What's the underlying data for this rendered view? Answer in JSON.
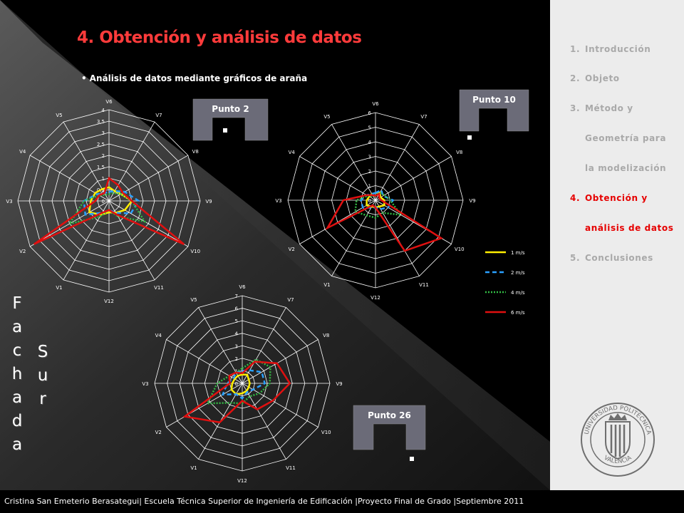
{
  "title": "4. Obtención y análisis de datos",
  "bullet": "Análisis de datos mediante gráficos de araña",
  "vertical_text": {
    "left": [
      "F",
      "a",
      "c",
      "h",
      "a",
      "d",
      "a"
    ],
    "right": [
      "S",
      "u",
      "r"
    ]
  },
  "nav": [
    {
      "num": "1.",
      "label": "Introducción",
      "active": false
    },
    {
      "num": "2.",
      "label": "Objeto",
      "active": false
    },
    {
      "num": "3.",
      "label": "Método y",
      "active": false
    },
    {
      "num": "",
      "label": "Geometría para",
      "active": false
    },
    {
      "num": "",
      "label": "la modelización",
      "active": false
    },
    {
      "num": "4.",
      "label": "Obtención y",
      "active": true
    },
    {
      "num": "",
      "label": "análisis de datos",
      "active": true
    },
    {
      "num": "5.",
      "label": "Conclusiones",
      "active": false
    }
  ],
  "footer": "Cristina San Emeterio Berasategui| Escuela Técnica Superior de Ingeniería de Edificación |Proyecto Final de Grado |Septiembre 2011",
  "point_labels": {
    "p2": "Punto 2",
    "p10": "Punto 10",
    "p26": "Punto 26"
  },
  "logo_text": {
    "top": "UNIVERSIDAD POLITÉCNICA",
    "bottom": "VALENCIA"
  },
  "colors": {
    "title": "#ff3b3b",
    "active": "#e60000",
    "s1": "#ffee00",
    "s2": "#2aa0ff",
    "s4": "#33bb44",
    "s6": "#e01010",
    "panel": "#6b6b78"
  },
  "chart_data": [
    {
      "type": "radar",
      "name": "Punto 2",
      "categories": [
        "V6",
        "V7",
        "V8",
        "V9",
        "V10",
        "V11",
        "V12",
        "V1",
        "V2",
        "V3",
        "V4",
        "V5"
      ],
      "rmax": 4,
      "ticks": [
        "0",
        "0,5",
        "1",
        "1,5",
        "2",
        "2,5",
        "3",
        "3,5",
        "4"
      ],
      "series": [
        {
          "name": "1 m/s",
          "values": [
            0.6,
            0.5,
            0.6,
            1.0,
            0.8,
            0.6,
            0.5,
            0.7,
            1.0,
            0.8,
            0.7,
            0.6
          ]
        },
        {
          "name": "2 m/s",
          "values": [
            0.4,
            0.5,
            0.8,
            1.3,
            1.1,
            0.6,
            0.4,
            0.6,
            1.2,
            1.1,
            0.6,
            0.4
          ]
        },
        {
          "name": "4 m/s",
          "values": [
            0.3,
            0.4,
            0.6,
            1.0,
            1.8,
            0.8,
            0.4,
            0.8,
            2.0,
            1.1,
            0.5,
            0.3
          ]
        },
        {
          "name": "6 m/s",
          "values": [
            1.0,
            0.8,
            0.7,
            1.0,
            3.8,
            0.7,
            0.4,
            0.6,
            3.8,
            0.6,
            0.5,
            0.4
          ]
        }
      ]
    },
    {
      "type": "radar",
      "name": "Punto 10",
      "categories": [
        "V6",
        "V7",
        "V8",
        "V9",
        "V10",
        "V11",
        "V12",
        "V1",
        "V2",
        "V3",
        "V4",
        "V5"
      ],
      "rmax": 6,
      "ticks": [
        "0",
        "1",
        "2",
        "3",
        "4",
        "5",
        "6"
      ],
      "series": [
        {
          "name": "1 m/s",
          "values": [
            0.5,
            0.6,
            0.4,
            0.6,
            0.7,
            0.5,
            0.5,
            0.5,
            0.7,
            0.6,
            0.5,
            0.5
          ]
        },
        {
          "name": "2 m/s",
          "values": [
            0.5,
            0.8,
            0.6,
            1.2,
            1.0,
            0.7,
            0.5,
            0.6,
            1.0,
            1.0,
            0.7,
            0.5
          ]
        },
        {
          "name": "4 m/s",
          "values": [
            0.3,
            0.6,
            0.7,
            1.0,
            2.0,
            1.0,
            1.2,
            1.2,
            1.6,
            1.3,
            0.6,
            0.3
          ]
        },
        {
          "name": "6 m/s",
          "values": [
            0.3,
            0.5,
            0.3,
            0.4,
            5.2,
            4.0,
            0.5,
            0.4,
            3.8,
            2.2,
            0.7,
            0.4
          ]
        }
      ]
    },
    {
      "type": "radar",
      "name": "Punto 26",
      "categories": [
        "V6",
        "V7",
        "V8",
        "V9",
        "V10",
        "V11",
        "V12",
        "V1",
        "V2",
        "V3",
        "V4",
        "V5"
      ],
      "rmax": 7,
      "ticks": [
        "0",
        "1",
        "2",
        "3",
        "4",
        "5",
        "6",
        "7"
      ],
      "series": [
        {
          "name": "1 m/s",
          "values": [
            0.7,
            0.8,
            0.6,
            0.6,
            0.6,
            0.7,
            0.8,
            1.0,
            1.0,
            0.8,
            0.7,
            0.7
          ]
        },
        {
          "name": "2 m/s",
          "values": [
            1.0,
            1.2,
            1.8,
            1.8,
            1.0,
            0.8,
            1.2,
            1.0,
            1.8,
            1.2,
            0.8,
            1.0
          ]
        },
        {
          "name": "4 m/s",
          "values": [
            1.2,
            2.2,
            2.6,
            2.2,
            1.6,
            1.2,
            1.6,
            1.8,
            3.2,
            2.0,
            1.2,
            1.0
          ]
        },
        {
          "name": "6 m/s",
          "values": [
            0.8,
            2.0,
            3.2,
            3.8,
            2.8,
            2.4,
            1.4,
            3.6,
            5.3,
            1.0,
            1.2,
            1.0
          ]
        }
      ]
    }
  ]
}
